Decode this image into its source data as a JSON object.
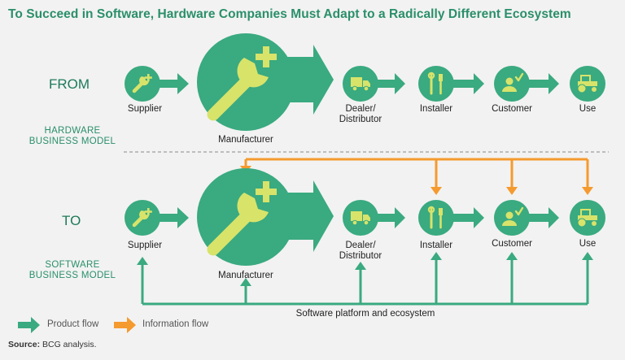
{
  "title": "To Succeed in Software, Hardware Companies Must Adapt to a Radically Different Ecosystem",
  "rows": {
    "from": {
      "label": "FROM",
      "model_line1": "HARDWARE",
      "model_line2": "BUSINESS MODEL"
    },
    "to": {
      "label": "TO",
      "model_line1": "SOFTWARE",
      "model_line2": "BUSINESS MODEL"
    }
  },
  "nodes": {
    "supplier": "Supplier",
    "manufacturer": "Manufacturer",
    "dealer_line1": "Dealer/",
    "dealer_line2": "Distributor",
    "installer": "Installer",
    "customer": "Customer",
    "use": "Use"
  },
  "platform_label": "Software platform and ecosystem",
  "legend": {
    "product_flow": "Product flow",
    "information_flow": "Information flow"
  },
  "source": {
    "prefix": "Source:",
    "text": "BCG analysis."
  },
  "colors": {
    "green": "#3aaa80",
    "dark_green": "#1d7a5a",
    "orange": "#f59a2e",
    "icon_yellow": "#d8e36a",
    "background": "#f2f2f2"
  },
  "icons": [
    "wrench-plus-icon",
    "truck-icon",
    "tools-icon",
    "person-check-icon",
    "tractor-icon"
  ]
}
